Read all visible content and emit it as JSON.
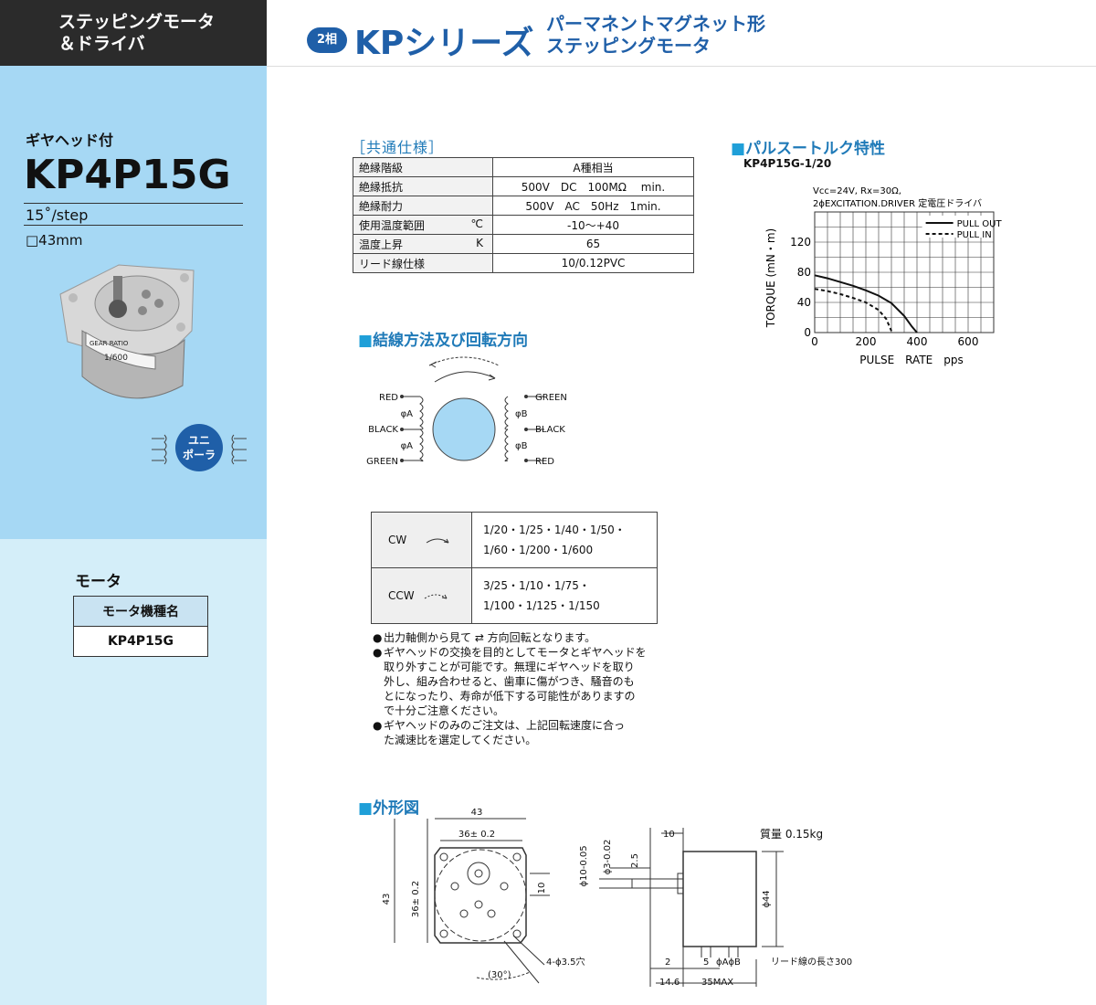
{
  "header": {
    "category": "ステッピングモータ\n＆ドライバ",
    "category_line1": "ステッピングモータ",
    "category_line2": "＆ドライバ",
    "badge": "2相",
    "series": "KPシリーズ",
    "subtitle_line1": "パーマネントマグネット形",
    "subtitle_line2": "ステッピングモータ"
  },
  "sidebar": {
    "gear_label": "ギヤヘッド付",
    "model": "KP4P15G",
    "step": "15˚/step",
    "size": "□43mm",
    "photo_label_top": "GEAR RATIO",
    "photo_label_ratio": "1/600",
    "unipolar_line1": "ユニ",
    "unipolar_line2": "ポーラ"
  },
  "motor": {
    "title": "モータ",
    "header": "モータ機種名",
    "value": "KP4P15G"
  },
  "spec": {
    "title": "［共通仕様］",
    "rows": [
      {
        "key": "絶縁階級",
        "unit": "",
        "value": "A種相当"
      },
      {
        "key": "絶縁抵抗",
        "unit": "",
        "value": "500V　DC　100MΩ　 min."
      },
      {
        "key": "絶縁耐力",
        "unit": "",
        "value": "500V　AC　50Hz　1min."
      },
      {
        "key": "使用温度範囲",
        "unit": "℃",
        "value": "-10～+40"
      },
      {
        "key": "温度上昇",
        "unit": "K",
        "value": "65"
      },
      {
        "key": "リード線仕様",
        "unit": "",
        "value": "10/0.12PVC"
      }
    ]
  },
  "chart_section": {
    "title": "パルスートルク特性",
    "square": "■",
    "model": "KP4P15G-1/20",
    "cond1": "Vcc=24V, Rx=30Ω,",
    "cond2": "2ϕEXCITATION.DRIVER 定電圧ドライバ"
  },
  "chart_data": {
    "type": "line",
    "xlabel": "PULSE　RATE　pps",
    "ylabel": "TORQUE (mN・m)",
    "xlim": [
      0,
      700
    ],
    "ylim": [
      0,
      160
    ],
    "xticks": [
      "0",
      "200",
      "400",
      "600"
    ],
    "yticks": [
      "0",
      "40",
      "80",
      "120"
    ],
    "grid": true,
    "legend": "top-right",
    "series": [
      {
        "name": "PULL OUT",
        "style": "solid",
        "x": [
          0,
          50,
          100,
          150,
          200,
          250,
          300,
          350,
          380,
          400
        ],
        "y": [
          76,
          72,
          67,
          62,
          56,
          49,
          39,
          22,
          8,
          0
        ]
      },
      {
        "name": "PULL IN",
        "style": "dashed",
        "x": [
          0,
          50,
          100,
          150,
          200,
          250,
          280,
          300
        ],
        "y": [
          58,
          55,
          51,
          46,
          40,
          30,
          18,
          2
        ]
      }
    ]
  },
  "wiring": {
    "title": "結線方法及び回転方向",
    "left": [
      "RED",
      "φA",
      "BLACK",
      "φA",
      "GREEN"
    ],
    "right": [
      "GREEN",
      "φB",
      "BLACK",
      "φB",
      "RED"
    ]
  },
  "rotation": {
    "cw": "CW",
    "cw_line1": "1/20・1/25・1/40・1/50・",
    "cw_line2": "1/60・1/200・1/600",
    "ccw": "CCW",
    "ccw_line1": "3/25・1/10・1/75・",
    "ccw_line2": "1/100・1/125・1/150"
  },
  "notes": [
    "出力軸側から見て ⇄ 方向回転となります。",
    "ギヤヘッドの交換を目的としてモータとギヤヘッドを",
    "取り外すことが可能です。無理にギヤヘッドを取り",
    "外し、組み合わせると、歯車に傷がつき、騒音のも",
    "とになったり、寿命が低下する可能性がありますの",
    "で十分ご注意ください。",
    "ギヤヘッドのみのご注文は、上記回転速度に合っ",
    "た減速比を選定してください。"
  ],
  "notes_bullet": "●",
  "outline": {
    "title": "外形図",
    "mass": "質量 0.15kg",
    "d43": "43",
    "d36": "36± 0.2",
    "d43v": "43",
    "d36v": "36± 0.2",
    "d10": "10",
    "holes": "4-ϕ3.5穴",
    "angle": "(30°)",
    "phi10": "ϕ10-0.05",
    "phi3": "ϕ3-0.02",
    "d25": "2.5",
    "d10b": "10",
    "phi44": "ϕ44",
    "d2": "2",
    "d5": "5",
    "pins": "ϕAϕB",
    "lead": "リード線の長さ300",
    "d146": "14.6",
    "d35": "35MAX"
  }
}
